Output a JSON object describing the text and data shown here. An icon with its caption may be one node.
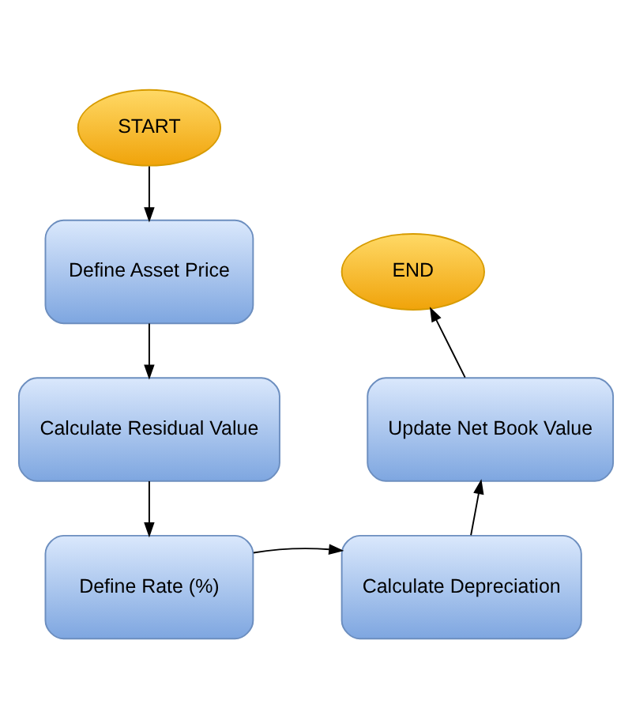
{
  "diagram": {
    "nodes": [
      {
        "text": [
          "START"
        ]
      },
      {
        "text": [
          "Define Asset Price"
        ]
      },
      {
        "text": [
          "Calculate Residual Value"
        ]
      },
      {
        "text": [
          "Define Rate (%)"
        ]
      },
      {
        "text": [
          "Calculate Depreciation"
        ]
      },
      {
        "text": [
          "Update Net Book Value"
        ]
      },
      {
        "text": [
          "END"
        ]
      }
    ],
    "edges": [
      {
        "from": 0,
        "to": 1,
        "arrow": "to"
      },
      {
        "from": 1,
        "to": 2,
        "arrow": "to"
      },
      {
        "from": 2,
        "to": 3,
        "arrow": "to"
      },
      {
        "from": 3,
        "to": 4,
        "arrow": "to"
      },
      {
        "from": 4,
        "to": 5,
        "arrow": "to"
      },
      {
        "from": 5,
        "to": 6,
        "arrow": "to"
      }
    ]
  }
}
